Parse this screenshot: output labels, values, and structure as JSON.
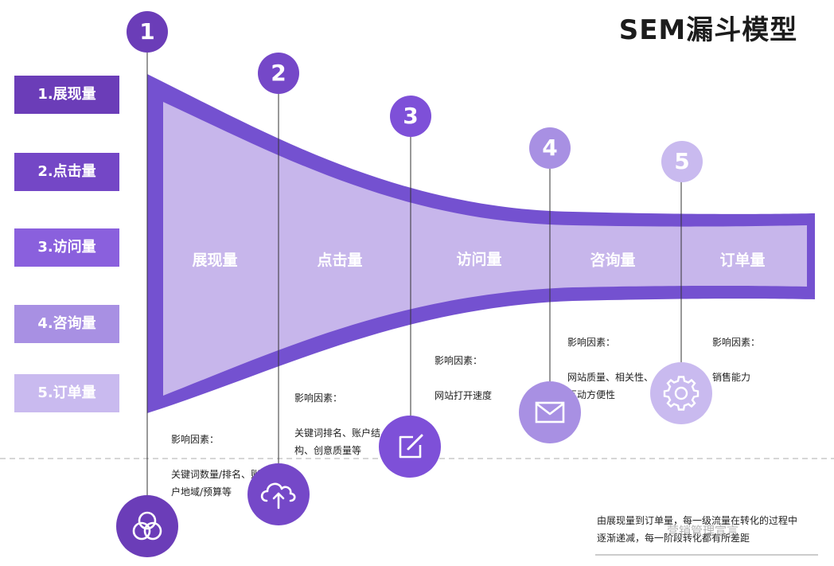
{
  "title": "SEM漏斗模型",
  "side_labels": [
    "1.展现量",
    "2.点击量",
    "3.访问量",
    "4.咨询量",
    "5.订单量"
  ],
  "steps": [
    {
      "number": "1",
      "funnel_label": "展现量",
      "factor_title": "影响因素：",
      "factor_text": "关键词数量/排名、账\n户地域/预算等",
      "icon": "user-group-icon"
    },
    {
      "number": "2",
      "funnel_label": "点击量",
      "factor_title": "影响因素：",
      "factor_text": "关键词排名、账户结\n构、创意质量等",
      "icon": "cloud-upload-icon"
    },
    {
      "number": "3",
      "funnel_label": "访问量",
      "factor_title": "影响因素：",
      "factor_text": "网站打开速度",
      "icon": "edit-icon"
    },
    {
      "number": "4",
      "funnel_label": "咨询量",
      "factor_title": "影响因素：",
      "factor_text": "网站质量、相关性、\n互动方便性",
      "icon": "mail-icon"
    },
    {
      "number": "5",
      "funnel_label": "订单量",
      "factor_title": "影响因素：",
      "factor_text": "销售能力",
      "icon": "gear-icon"
    }
  ],
  "note": "由展现量到订单量，每一级流量在转化的过程中\n逐渐递减，每一阶段转化都有所差距",
  "watermark": "营销管理宣言",
  "colors": {
    "dark_purple": "#6B3DB8",
    "funnel_border": "#7451D0",
    "funnel_fill": "#C7B6EB",
    "light_purple": "#A890E3",
    "lightest_purple": "#C9BAEF"
  }
}
